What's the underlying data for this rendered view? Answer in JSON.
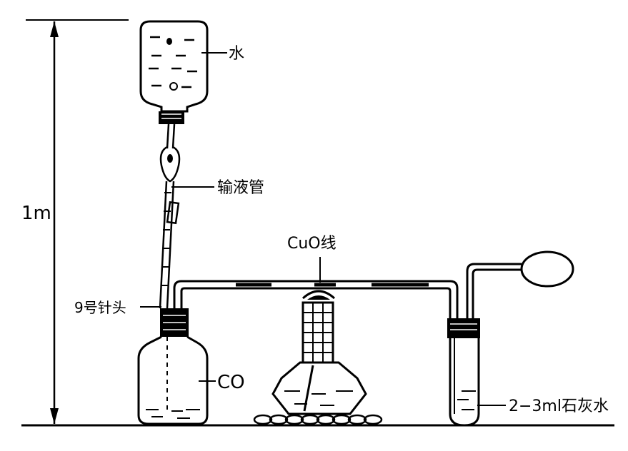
{
  "labels": {
    "water": "水",
    "infusion_tube": "输液管",
    "height": "1m",
    "cuo_wire": "CuO线",
    "needle": "9号针头",
    "co": "CO",
    "limewater": "2−3ml石灰水"
  },
  "colors": {
    "ink": "#000000",
    "paper": "#ffffff"
  }
}
